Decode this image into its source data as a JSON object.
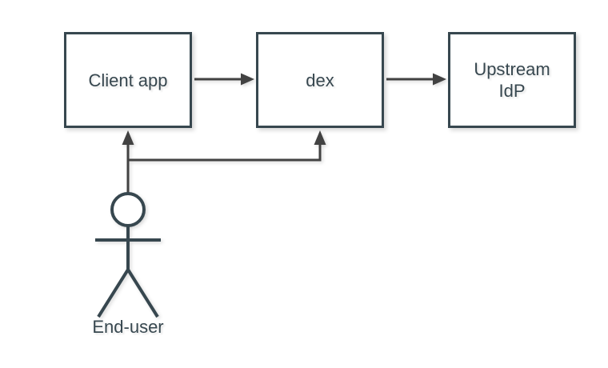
{
  "diagram": {
    "type": "flow-diagram",
    "colors": {
      "background": "#ffffff",
      "node_border": "#37474f",
      "label_text": "#37474f",
      "arrow": "#424242"
    },
    "nodes": [
      {
        "id": "client-app",
        "label": "Client app"
      },
      {
        "id": "dex",
        "label": "dex"
      },
      {
        "id": "upstream-idp",
        "label": "Upstream IdP"
      }
    ],
    "actor": {
      "id": "end-user",
      "label": "End-user"
    },
    "edges": [
      {
        "from": "client-app",
        "to": "dex",
        "style": "solid-arrow"
      },
      {
        "from": "dex",
        "to": "upstream-idp",
        "style": "solid-arrow"
      },
      {
        "from": "end-user",
        "to": "client-app",
        "style": "solid-arrow"
      },
      {
        "from": "end-user",
        "to": "dex",
        "style": "solid-arrow"
      }
    ]
  }
}
